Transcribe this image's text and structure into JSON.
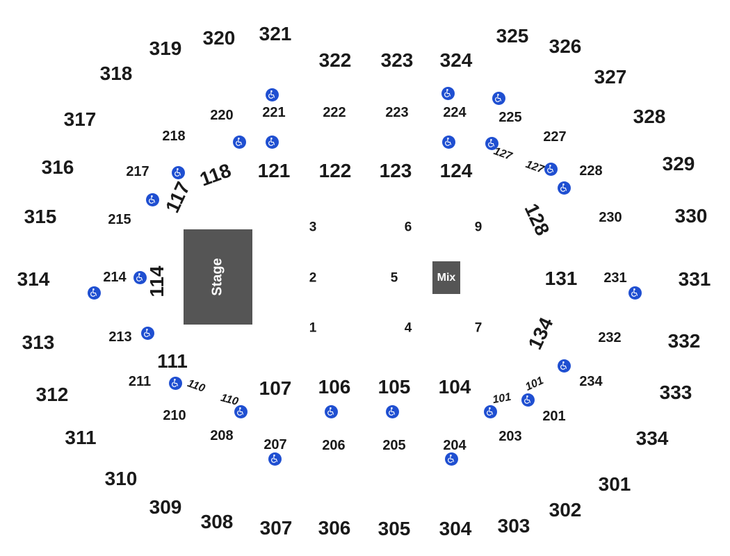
{
  "map": {
    "stage_label": "Stage",
    "mix_label": "Mix",
    "accessible_icon_color": "#1f4fd1",
    "block_color": "#555555",
    "sections_300": [
      "301",
      "302",
      "303",
      "304",
      "305",
      "306",
      "307",
      "308",
      "309",
      "310",
      "311",
      "312",
      "313",
      "314",
      "315",
      "316",
      "317",
      "318",
      "319",
      "320",
      "321",
      "322",
      "323",
      "324",
      "325",
      "326",
      "327",
      "328",
      "329",
      "330",
      "331",
      "332",
      "333",
      "334"
    ],
    "sections_200": [
      "201",
      "203",
      "204",
      "205",
      "206",
      "207",
      "208",
      "210",
      "211",
      "213",
      "214",
      "215",
      "217",
      "218",
      "220",
      "221",
      "222",
      "223",
      "224",
      "225",
      "227",
      "228",
      "230",
      "231",
      "232",
      "234"
    ],
    "sections_100": [
      "101",
      "104",
      "105",
      "106",
      "107",
      "110",
      "111",
      "114",
      "117",
      "118",
      "121",
      "122",
      "123",
      "124",
      "127",
      "128",
      "131",
      "134"
    ],
    "floor_sections": [
      "1",
      "2",
      "3",
      "4",
      "5",
      "6",
      "7",
      "9"
    ]
  }
}
